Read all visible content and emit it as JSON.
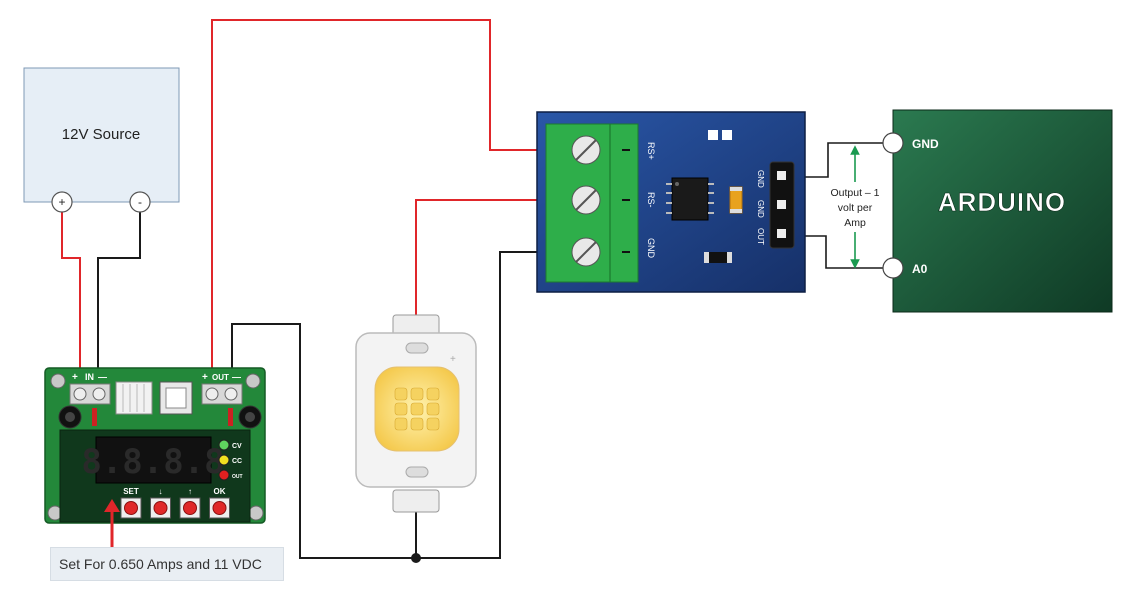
{
  "source_box": {
    "label": "12V Source",
    "plus": "+",
    "minus": "-"
  },
  "converter": {
    "in_label": "IN",
    "out_label": "OUT",
    "plus": "+",
    "minus": "—",
    "display": "8.8.8.8",
    "indicators": [
      {
        "label": "CV",
        "color": "#5fd35f"
      },
      {
        "label": "CC",
        "color": "#f0e020"
      },
      {
        "label": "OUT",
        "color": "#e02020"
      }
    ],
    "buttons": [
      "SET",
      "↓",
      "↑",
      "OK"
    ]
  },
  "sensor": {
    "terminals": [
      "RS+",
      "RS-",
      "GND"
    ],
    "pins": [
      "GND",
      "GND",
      "OUT"
    ]
  },
  "arduino": {
    "title": "ARDUINO",
    "gnd_label": "GND",
    "a0_label": "A0"
  },
  "output_note": {
    "line1": "Output – 1",
    "line2": "volt per",
    "line3": "Amp"
  },
  "caption": "Set For 0.650 Amps and 11 VDC",
  "colors": {
    "wire_red": "#e0262a",
    "wire_black": "#1a1a1a",
    "pcb_green": "#1f8a3a",
    "pcb_blue": "#1d3f8a",
    "arduino_green": "#1d5a3a",
    "accent_arrow": "#1a9a50"
  }
}
